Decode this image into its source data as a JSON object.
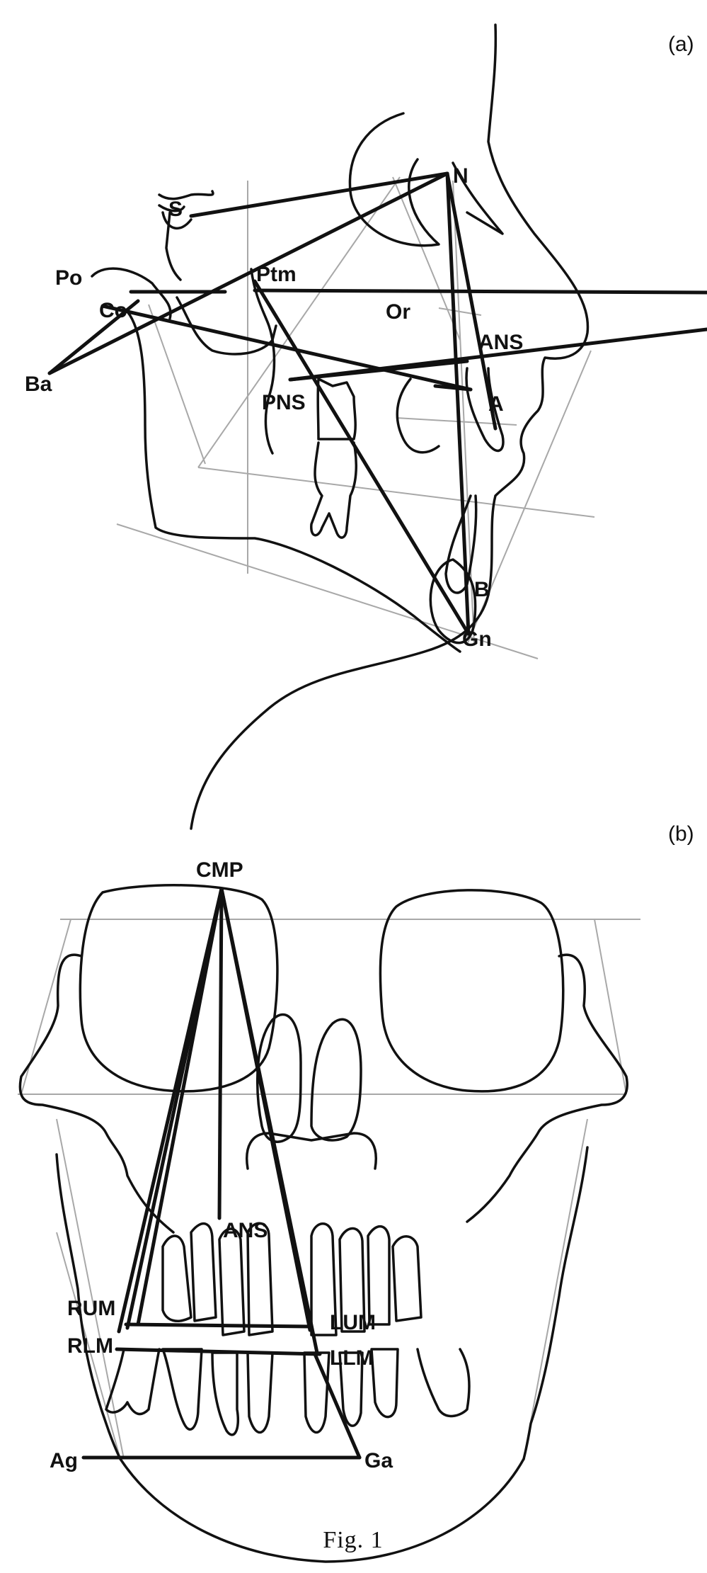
{
  "panel_a": {
    "tag": "(a)",
    "landmarks": {
      "n": "N",
      "s": "S",
      "po": "Po",
      "co": "Co",
      "ba": "Ba",
      "ptm": "Ptm",
      "or": "Or",
      "ans": "ANS",
      "pns": "PNS",
      "a": "A",
      "b": "B",
      "gn": "Gn"
    }
  },
  "panel_b": {
    "tag": "(b)",
    "landmarks": {
      "cmp": "CMP",
      "ans": "ANS",
      "rum": "RUM",
      "rlm": "RLM",
      "lum": "LUM",
      "llm": "LLM",
      "ag": "Ag",
      "ga": "Ga"
    }
  },
  "caption": "Fig. 1"
}
